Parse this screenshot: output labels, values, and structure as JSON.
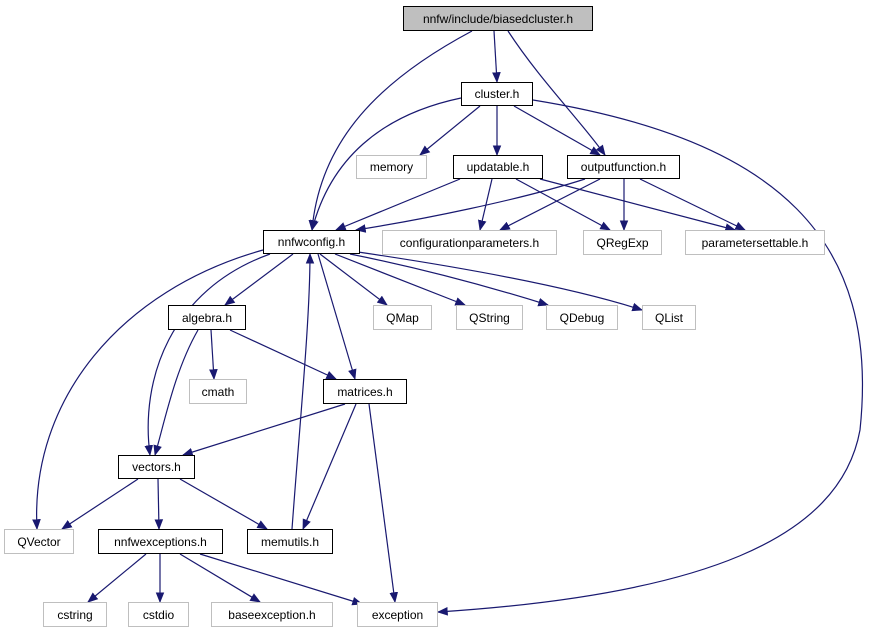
{
  "nodes": [
    {
      "id": "root",
      "label": "nnfw/include/biasedcluster.h",
      "kind": "root"
    },
    {
      "id": "cluster",
      "label": "cluster.h",
      "kind": "internal"
    },
    {
      "id": "memory",
      "label": "memory",
      "kind": "external"
    },
    {
      "id": "updatable",
      "label": "updatable.h",
      "kind": "internal"
    },
    {
      "id": "outputfunction",
      "label": "outputfunction.h",
      "kind": "internal"
    },
    {
      "id": "nnfwconfig",
      "label": "nnfwconfig.h",
      "kind": "internal"
    },
    {
      "id": "configurationparameters",
      "label": "configurationparameters.h",
      "kind": "external"
    },
    {
      "id": "qregexp",
      "label": "QRegExp",
      "kind": "external"
    },
    {
      "id": "parametersettable",
      "label": "parametersettable.h",
      "kind": "external"
    },
    {
      "id": "algebra",
      "label": "algebra.h",
      "kind": "internal"
    },
    {
      "id": "qmap",
      "label": "QMap",
      "kind": "external"
    },
    {
      "id": "qstring",
      "label": "QString",
      "kind": "external"
    },
    {
      "id": "qdebug",
      "label": "QDebug",
      "kind": "external"
    },
    {
      "id": "qlist",
      "label": "QList",
      "kind": "external"
    },
    {
      "id": "cmath",
      "label": "cmath",
      "kind": "external"
    },
    {
      "id": "matrices",
      "label": "matrices.h",
      "kind": "internal"
    },
    {
      "id": "vectors",
      "label": "vectors.h",
      "kind": "internal"
    },
    {
      "id": "qvector",
      "label": "QVector",
      "kind": "external"
    },
    {
      "id": "nnfwexceptions",
      "label": "nnfwexceptions.h",
      "kind": "internal"
    },
    {
      "id": "memutils",
      "label": "memutils.h",
      "kind": "internal"
    },
    {
      "id": "cstring",
      "label": "cstring",
      "kind": "external"
    },
    {
      "id": "cstdio",
      "label": "cstdio",
      "kind": "external"
    },
    {
      "id": "baseexception",
      "label": "baseexception.h",
      "kind": "external"
    },
    {
      "id": "exception",
      "label": "exception",
      "kind": "external"
    }
  ],
  "edges": [
    [
      "root",
      "cluster"
    ],
    [
      "root",
      "nnfwconfig"
    ],
    [
      "root",
      "outputfunction"
    ],
    [
      "cluster",
      "memory"
    ],
    [
      "cluster",
      "updatable"
    ],
    [
      "cluster",
      "outputfunction"
    ],
    [
      "cluster",
      "nnfwconfig"
    ],
    [
      "cluster",
      "exception"
    ],
    [
      "updatable",
      "nnfwconfig"
    ],
    [
      "updatable",
      "configurationparameters"
    ],
    [
      "updatable",
      "qregexp"
    ],
    [
      "updatable",
      "parametersettable"
    ],
    [
      "outputfunction",
      "nnfwconfig"
    ],
    [
      "outputfunction",
      "configurationparameters"
    ],
    [
      "outputfunction",
      "qregexp"
    ],
    [
      "outputfunction",
      "parametersettable"
    ],
    [
      "nnfwconfig",
      "algebra"
    ],
    [
      "nnfwconfig",
      "qmap"
    ],
    [
      "nnfwconfig",
      "qstring"
    ],
    [
      "nnfwconfig",
      "qdebug"
    ],
    [
      "nnfwconfig",
      "qlist"
    ],
    [
      "nnfwconfig",
      "matrices"
    ],
    [
      "nnfwconfig",
      "vectors"
    ],
    [
      "nnfwconfig",
      "qvector"
    ],
    [
      "algebra",
      "cmath"
    ],
    [
      "algebra",
      "matrices"
    ],
    [
      "algebra",
      "vectors"
    ],
    [
      "matrices",
      "vectors"
    ],
    [
      "matrices",
      "memutils"
    ],
    [
      "matrices",
      "exception"
    ],
    [
      "vectors",
      "qvector"
    ],
    [
      "vectors",
      "nnfwexceptions"
    ],
    [
      "vectors",
      "memutils"
    ],
    [
      "memutils",
      "nnfwconfig"
    ],
    [
      "nnfwexceptions",
      "cstring"
    ],
    [
      "nnfwexceptions",
      "cstdio"
    ],
    [
      "nnfwexceptions",
      "baseexception"
    ],
    [
      "nnfwexceptions",
      "exception"
    ]
  ],
  "colors": {
    "edge": "#191970",
    "external_border": "#bfbfbf",
    "internal_border": "#000000",
    "root_fill": "#bfbfbf"
  }
}
